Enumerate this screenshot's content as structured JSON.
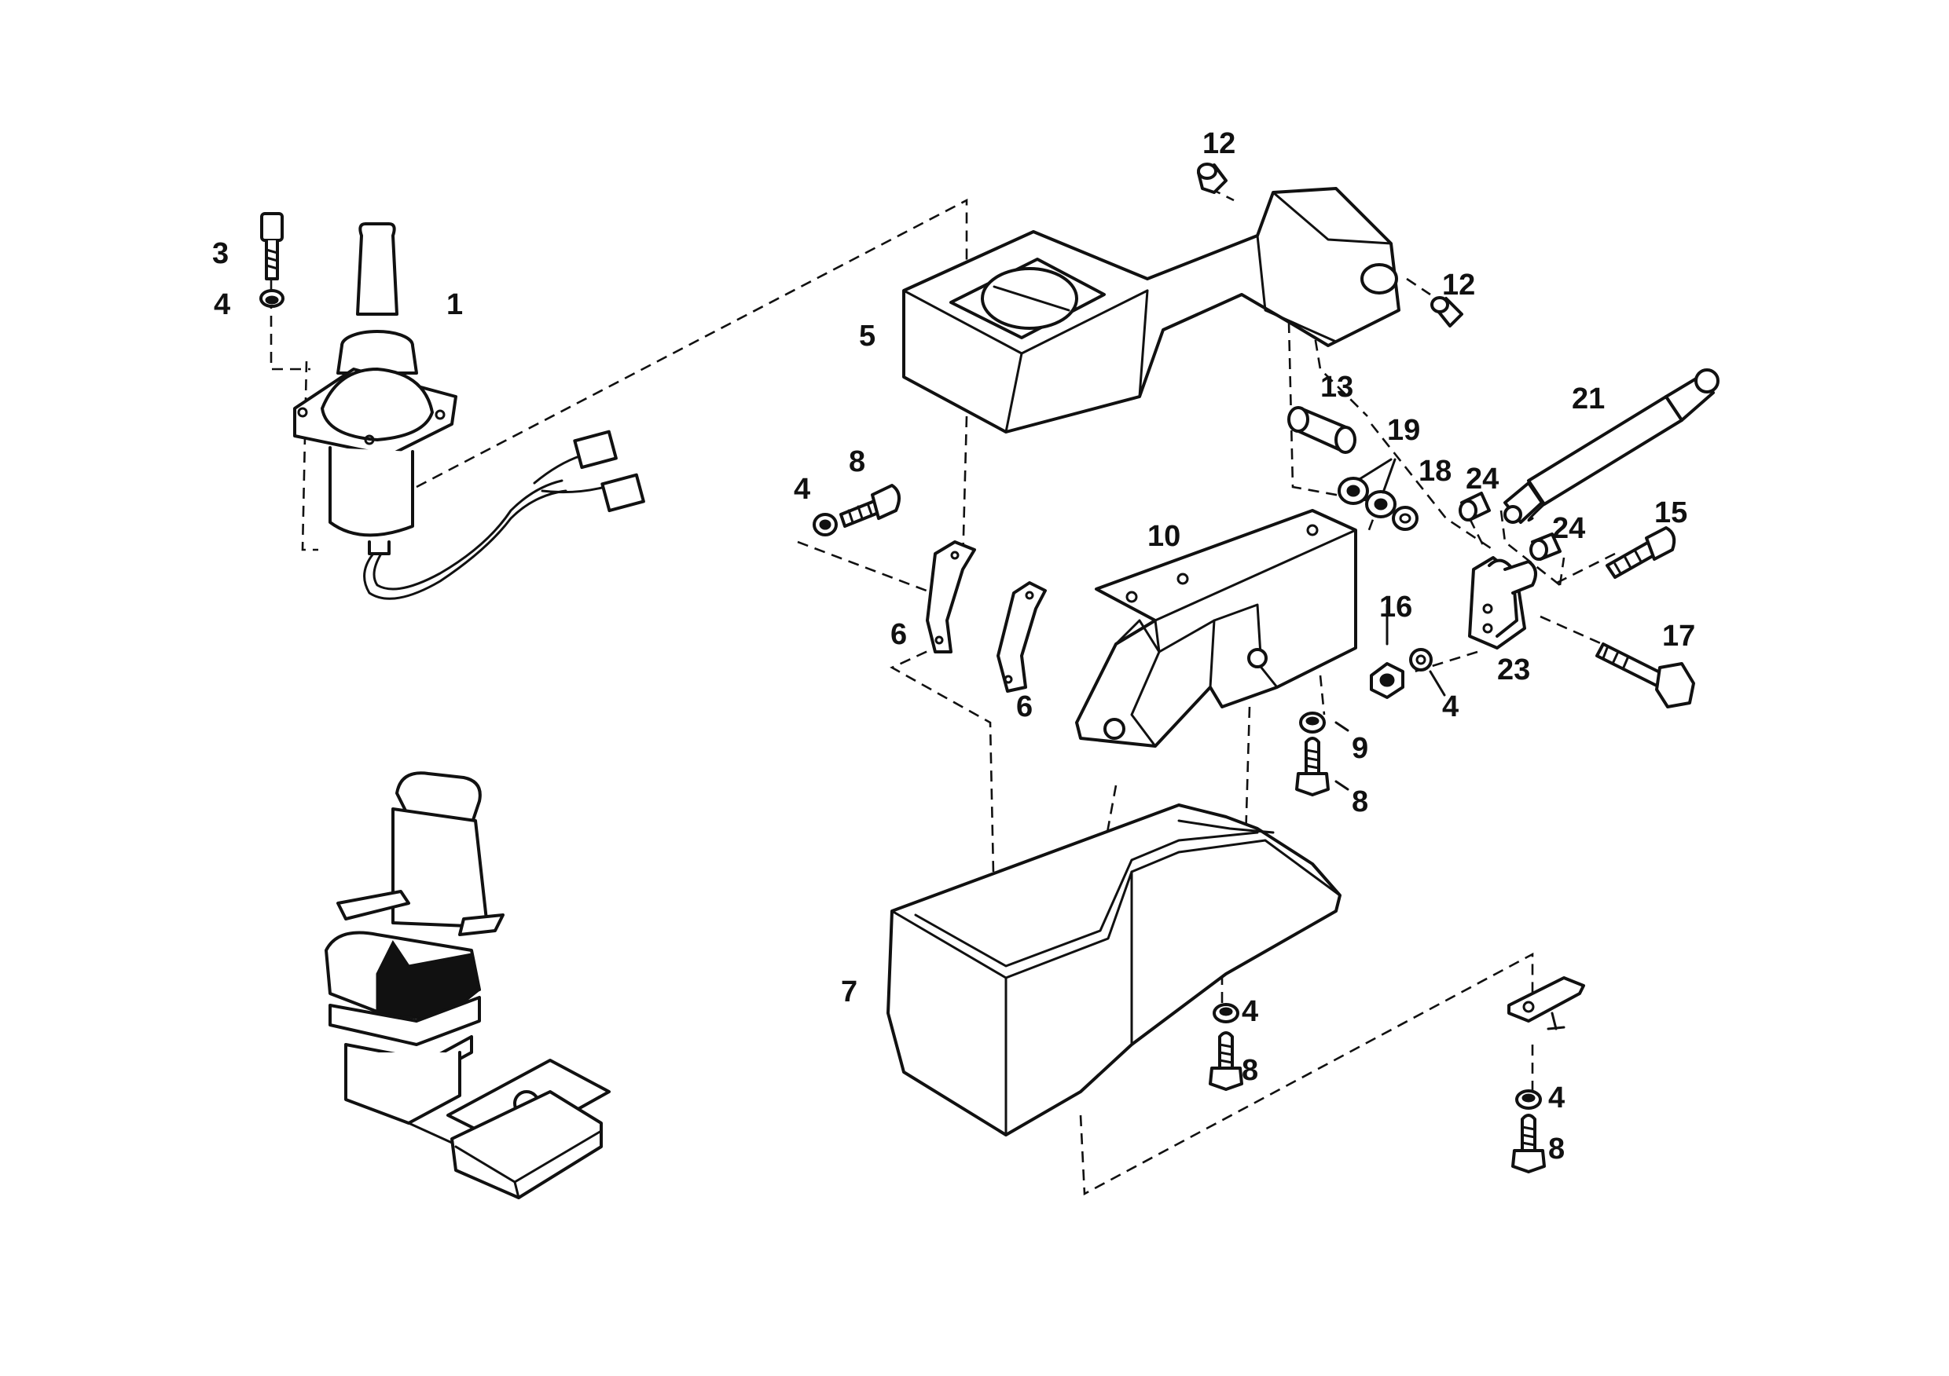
{
  "labels": {
    "joystick": "1",
    "cap_screw": "3",
    "washer_joystick": "4",
    "washer_bracket_bolt": "4",
    "washer_hinge": "4",
    "washer_console": "4",
    "washer_plate": "4",
    "console_cover": "5",
    "bracket_left": "6",
    "bracket_right": "6",
    "console_base": "7",
    "bolt_bracket": "8",
    "bolt_support": "8",
    "bolt_console": "8",
    "bolt_plate": "8",
    "nut_support": "9",
    "support_frame": "10",
    "bushing_top": "12",
    "bushing_side": "12",
    "pin": "13",
    "screw_hinge": "15",
    "nut_hinge": "16",
    "bolt_long": "17",
    "washer_18": "18",
    "bearing_set": "19",
    "gas_spring": "21",
    "hinge_bracket": "23",
    "spacer_upper": "24",
    "spacer_lower": "24"
  },
  "colors": {
    "line": "#111111",
    "background": "#ffffff"
  }
}
